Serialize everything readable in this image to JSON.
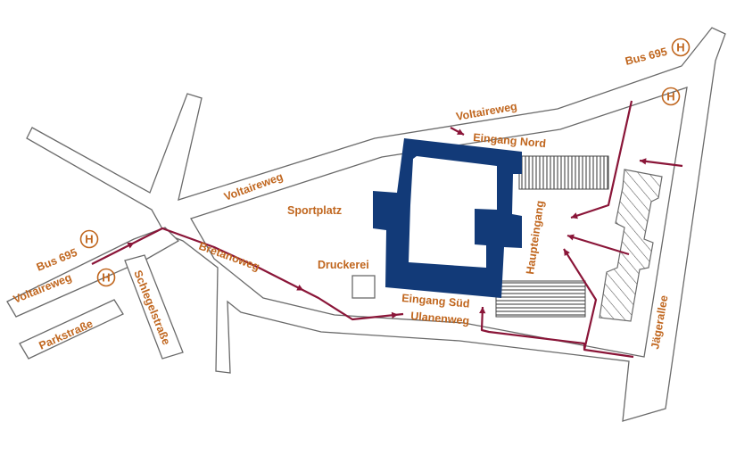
{
  "colors": {
    "label": "#c0661e",
    "route": "#8a1538",
    "building": "#123a78",
    "road_outline": "#6a6a6a",
    "hatch": "#555555"
  },
  "icons": {
    "bus_stop": "circled-H-icon",
    "arrow": "arrowhead-icon"
  },
  "streets": {
    "voltaireweg_top": "Voltaireweg",
    "voltaireweg_mid": "Voltaireweg",
    "voltaireweg_left": "Voltaireweg",
    "bretanoweg": "Bretanoweg",
    "ulanenweg": "Ulanenweg",
    "parkstrasse": "Parkstraße",
    "schlegelstrasse": "Schlegelstraße",
    "jaegerallee": "Jägerallee"
  },
  "places": {
    "sportplatz": "Sportplatz",
    "druckerei": "Druckerei",
    "eingang_nord": "Eingang Nord",
    "eingang_sued": "Eingang Süd",
    "haupteingang": "Haupteingang"
  },
  "bus_stops": {
    "top_right": {
      "label": "Bus 695",
      "symbol": "H"
    },
    "right_small": {
      "symbol": "H"
    },
    "left": {
      "label": "Bus 695",
      "symbol": "H"
    },
    "left_small": {
      "symbol": "H"
    }
  }
}
